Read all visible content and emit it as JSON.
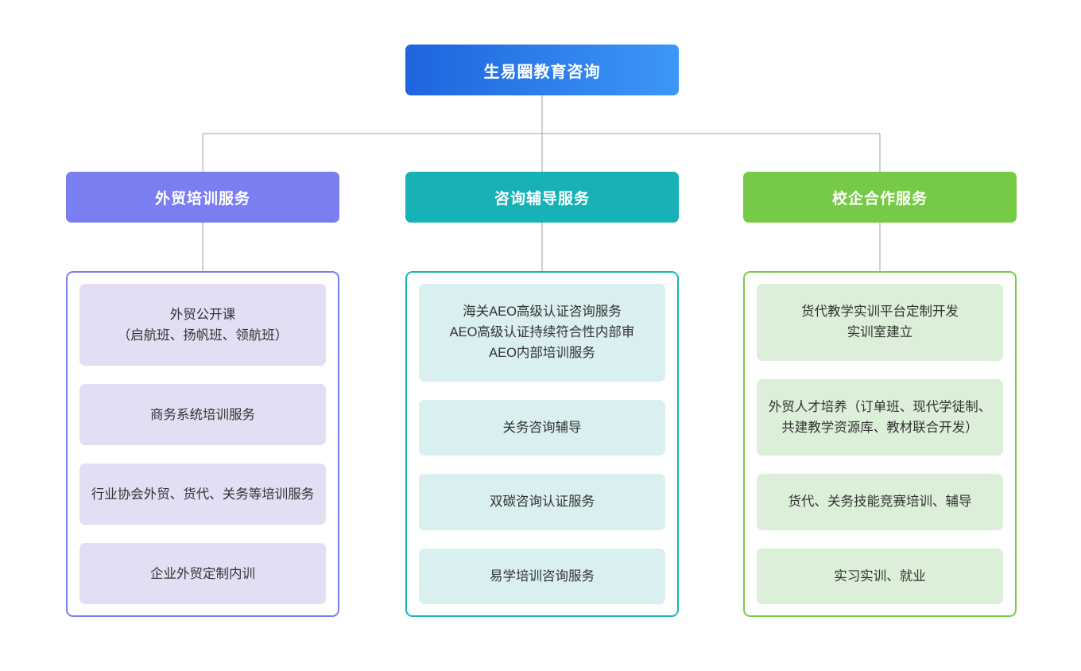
{
  "chart_data": {
    "type": "diagram",
    "title": "生易圈教育咨询",
    "subtype": "organization-tree",
    "levels": 3,
    "branch_count": 3
  },
  "root": {
    "label": "生易圈教育咨询",
    "gradient_start": "#1e64de",
    "gradient_end": "#3d97f7"
  },
  "connector_color": "#9aa3ae",
  "columns": [
    {
      "header": "外贸培训服务",
      "header_color": "#7b7ef0",
      "panel_border": "#7b7ef0",
      "card_bg": "#e2dff4",
      "items": [
        "外贸公开课\n（启航班、扬帆班、领航班）",
        "商务系统培训服务",
        "行业协会外贸、货代、关务等培训服务",
        "企业外贸定制内训"
      ]
    },
    {
      "header": "咨询辅导服务",
      "header_color": "#18b2b6",
      "panel_border": "#18b2b6",
      "card_bg": "#d9eff0",
      "items": [
        "海关AEO高级认证咨询服务\nAEO高级认证持续符合性内部审\nAEO内部培训服务",
        "关务咨询辅导",
        "双碳咨询认证服务",
        "易学培训咨询服务"
      ]
    },
    {
      "header": "校企合作服务",
      "header_color": "#77ca46",
      "panel_border": "#77ca46",
      "card_bg": "#dcefd9",
      "items": [
        "货代教学实训平台定制开发\n实训室建立",
        "外贸人才培养（订单班、现代学徒制、共建教学资源库、教材联合开发）",
        "货代、关务技能竞赛培训、辅导",
        "实习实训、就业"
      ]
    }
  ]
}
